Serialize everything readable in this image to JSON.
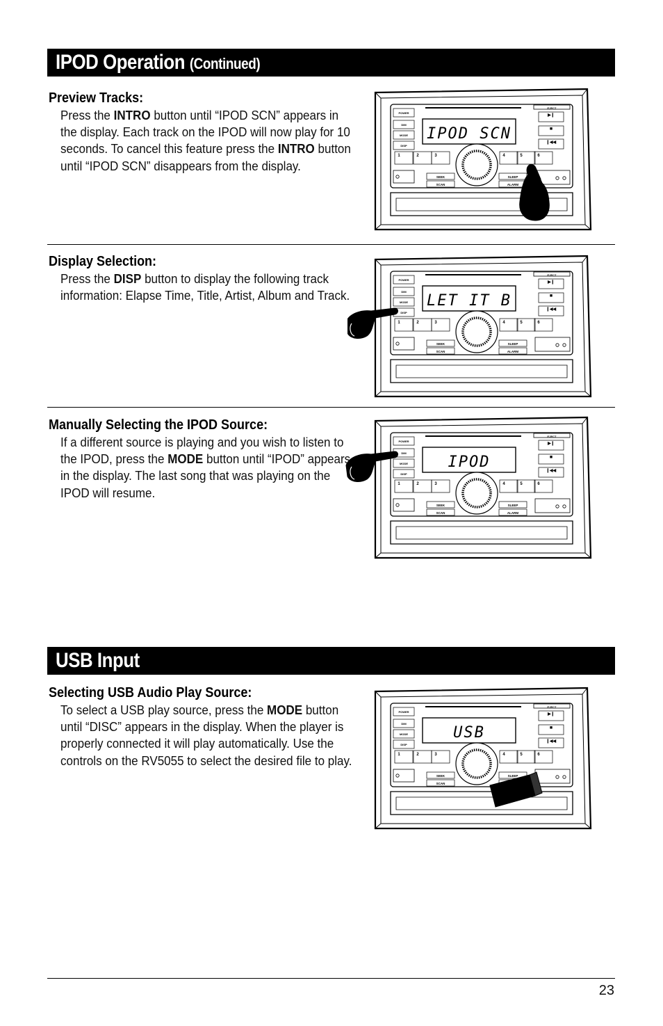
{
  "sections": {
    "ipod": {
      "title": "IPOD Operation",
      "subtitle": "(Continued)"
    },
    "usb": {
      "title": "USB Input"
    }
  },
  "preview": {
    "heading": "Preview Tracks:",
    "t1": "Press the ",
    "b1": "INTRO",
    "t2": " button until “IPOD SCN” appears in the display. Each track on the IPOD will now play for 10 seconds. To cancel this feature press the ",
    "b2": "INTRO",
    "t3": " button until “IPOD SCN” disappears from the display."
  },
  "display_selection": {
    "heading": "Display Selection:",
    "t1": "Press the ",
    "b1": "DISP",
    "t2": " button to display the following track information: Elapse Time, Title, Artist, Album and Track."
  },
  "manual_source": {
    "heading": "Manually Selecting the IPOD Source:",
    "t1": "If a different source is playing and you wish to listen to the IPOD, press the ",
    "b1": "MODE",
    "t2": " button until “IPOD” appears in the display. The last song that was playing on the IPOD will resume."
  },
  "usb_source": {
    "heading": "Selecting USB Audio Play Source:",
    "t1": "To select a USB play source, press the ",
    "b1": "MODE",
    "t2": " button until “DISC” appears in the display. When the player is properly connected it will play automatically. Use the controls on the RV5055 to select the desired file to play."
  },
  "radio_displays": [
    "IPOD SCN",
    "LET IT B",
    "IPOD",
    "USB"
  ],
  "radio_labels": {
    "power": "POWER",
    "dim": "DIM",
    "mode": "MODE",
    "disp": "DISP",
    "eject": "EJECT",
    "seek": "SEEK",
    "scan": "SCAN",
    "sleep": "SLEEP",
    "alarm": "ALARM",
    "n1": "1",
    "n2": "2",
    "n3": "3",
    "n4": "4",
    "n5": "5",
    "n6": "6"
  },
  "page_number": "23"
}
